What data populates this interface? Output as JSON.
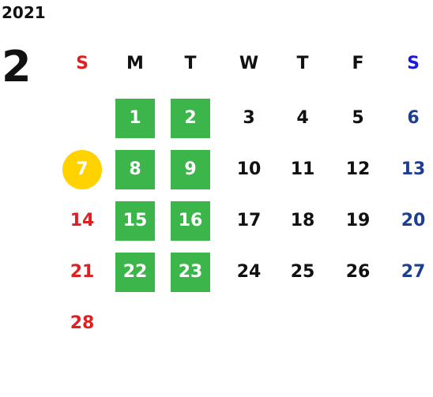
{
  "calendar": {
    "year": "2021",
    "month": "2",
    "weekdays": [
      "S",
      "M",
      "T",
      "W",
      "T",
      "F",
      "S"
    ],
    "weekday_colors": [
      "#e02020",
      "#111111",
      "#111111",
      "#111111",
      "#111111",
      "#111111",
      "#1a1ae0"
    ],
    "column_colors": [
      "#e02020",
      "#111111",
      "#111111",
      "#111111",
      "#111111",
      "#111111",
      "#1c3f94"
    ],
    "highlight_color": "#3cb54a",
    "today_color": "#ffd200",
    "first_weekday": 1,
    "days_in_month": 28,
    "highlighted_days": [
      1,
      2,
      8,
      9,
      15,
      16,
      22,
      23
    ],
    "today": 7
  }
}
